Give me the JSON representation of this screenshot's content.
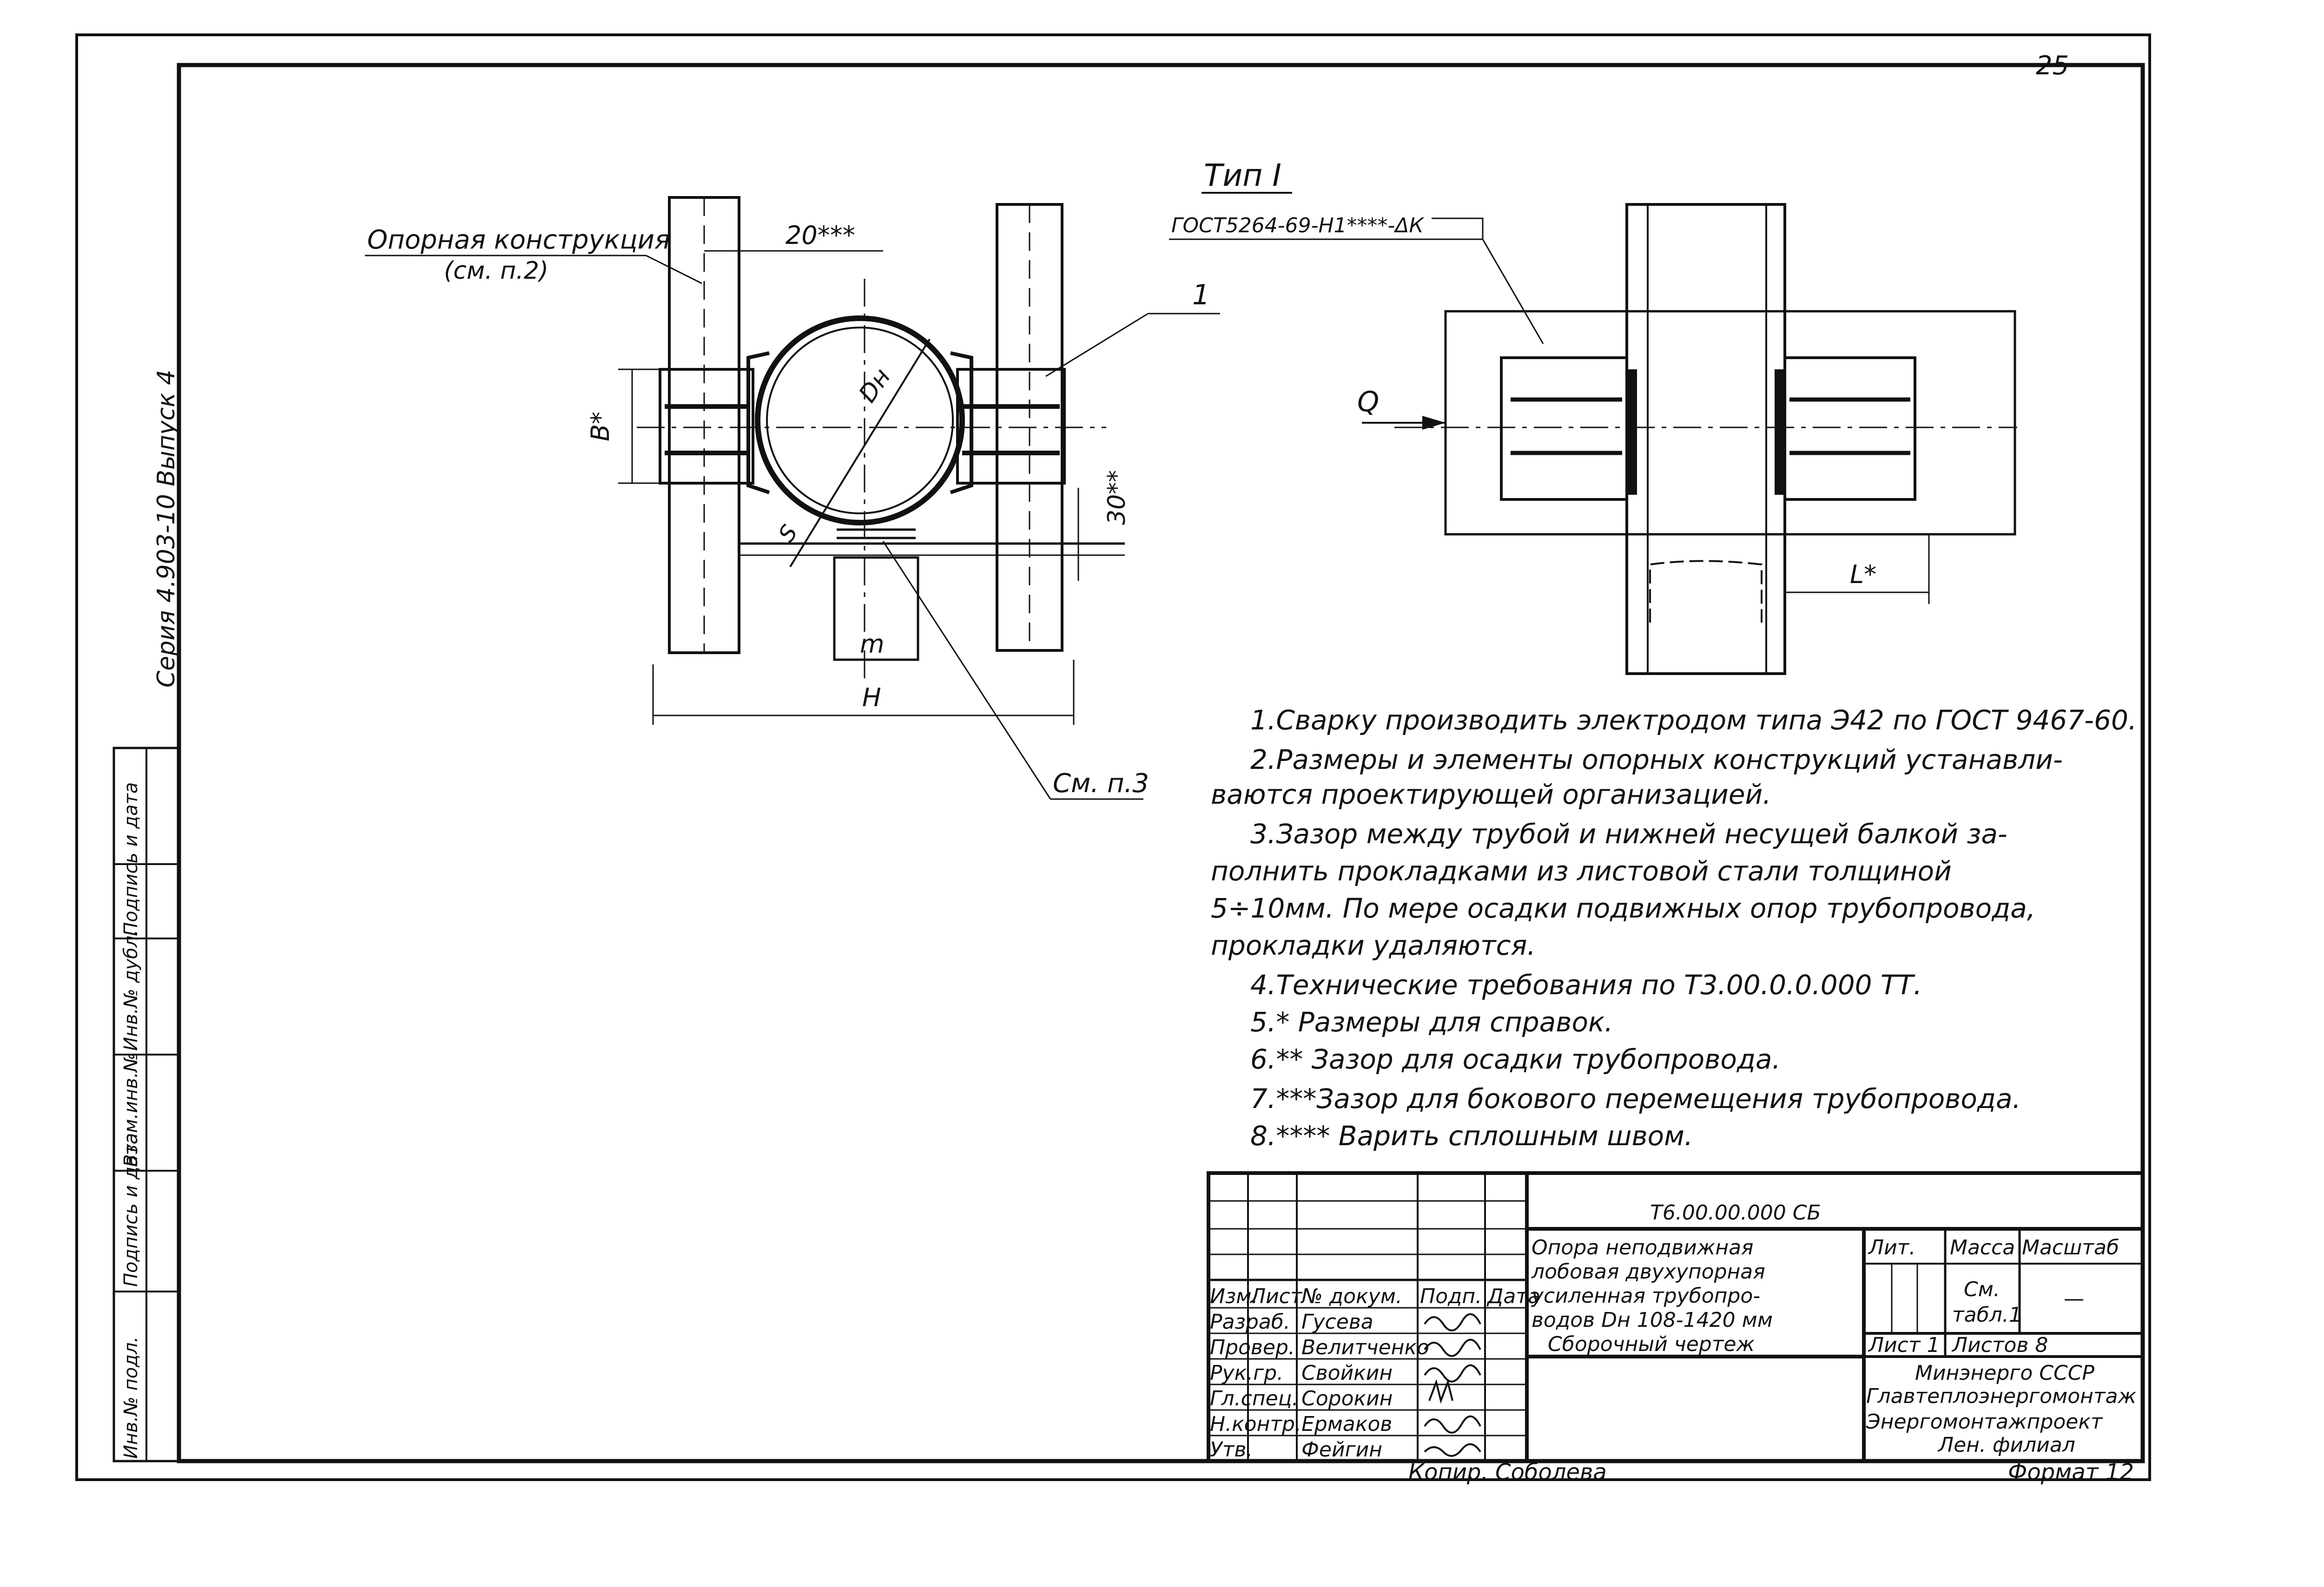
{
  "sheet": {
    "page_number": "25",
    "series_stamp": "Серия 4.903-10   Выпуск 4",
    "side_stamp": {
      "cells": [
        "Инв.№ подл.",
        "Подпись и дата",
        "Взам.инв.№",
        "Инв.№ дубл.",
        "Подпись и дата"
      ]
    }
  },
  "left_view": {
    "support_label": "Опорная конструкция",
    "support_ref": "(см. п.2)",
    "dim_gap_top": "20***",
    "dim_b": "B*",
    "dim_dn": "Dн",
    "dim_s": "S",
    "dim_30": "30**",
    "dim_m": "m",
    "dim_h": "H",
    "callout_1": "1",
    "callout_note3": "См. п.3"
  },
  "right_view": {
    "title": "Тип I",
    "weld_spec": "ГОСТ5264-69-Н1****-ΔК",
    "load_q": "Q",
    "dim_l": "L*"
  },
  "notes": [
    "1.Сварку  производить  электродом  типа  Э42  по ГОСТ 9467-60.",
    "2.Размеры  и  элементы  опорных  конструкций  устанавли-",
    "ваются  проектирующей  организацией.",
    "3.Зазор  между  трубой  и  нижней  несущей  балкой  за-",
    "полнить  прокладками  из  листовой  стали  толщиной",
    "5÷10мм. По мере  осадки  подвижных  опор  трубопровода,",
    "прокладки  удаляются.",
    "4.Технические  требования  по Т3.00.0.0.000 ТТ.",
    "5.* Размеры  для  справок.",
    "6.** Зазор  для  осадки  трубопровода.",
    "7.***Зазор  для  бокового  перемещения  трубопровода.",
    "8.**** Варить  сплошным  швом."
  ],
  "title_block": {
    "doc_code": "Т6.00.00.000 СБ",
    "name_lines": [
      "Опора  неподвижная",
      "лобовая  двухупорная",
      "усиленная  трубопро-",
      "водов Dн 108-1420 мм",
      "Сборочный  чертеж"
    ],
    "header_cells": [
      "Изм.",
      "Лист",
      "№ докум.",
      "Подп.",
      "Дата"
    ],
    "roles": [
      {
        "role": "Разраб.",
        "name": "Гусева"
      },
      {
        "role": "Провер.",
        "name": "Велитченко"
      },
      {
        "role": "Рук.гр.",
        "name": "Свойкин"
      },
      {
        "role": "Гл.спец.",
        "name": "Сорокин"
      },
      {
        "role": "Н.контр.",
        "name": "Ермаков"
      },
      {
        "role": "Утв.",
        "name": "Фейгин"
      }
    ],
    "lit_label": "Лит.",
    "mass_label": "Масса",
    "scale_label": "Масштаб",
    "mass_value_1": "См.",
    "mass_value_2": "табл.1",
    "scale_value": "—",
    "sheet_label": "Лист  1",
    "sheets_label": "Листов  8",
    "org_lines": [
      "Минэнерго СССР",
      "Главтеплоэнергомонтаж",
      "Энергомонтажпроект",
      "Лен. филиал"
    ],
    "copied_by": "Копир. Соболева",
    "format": "Формат 12"
  }
}
